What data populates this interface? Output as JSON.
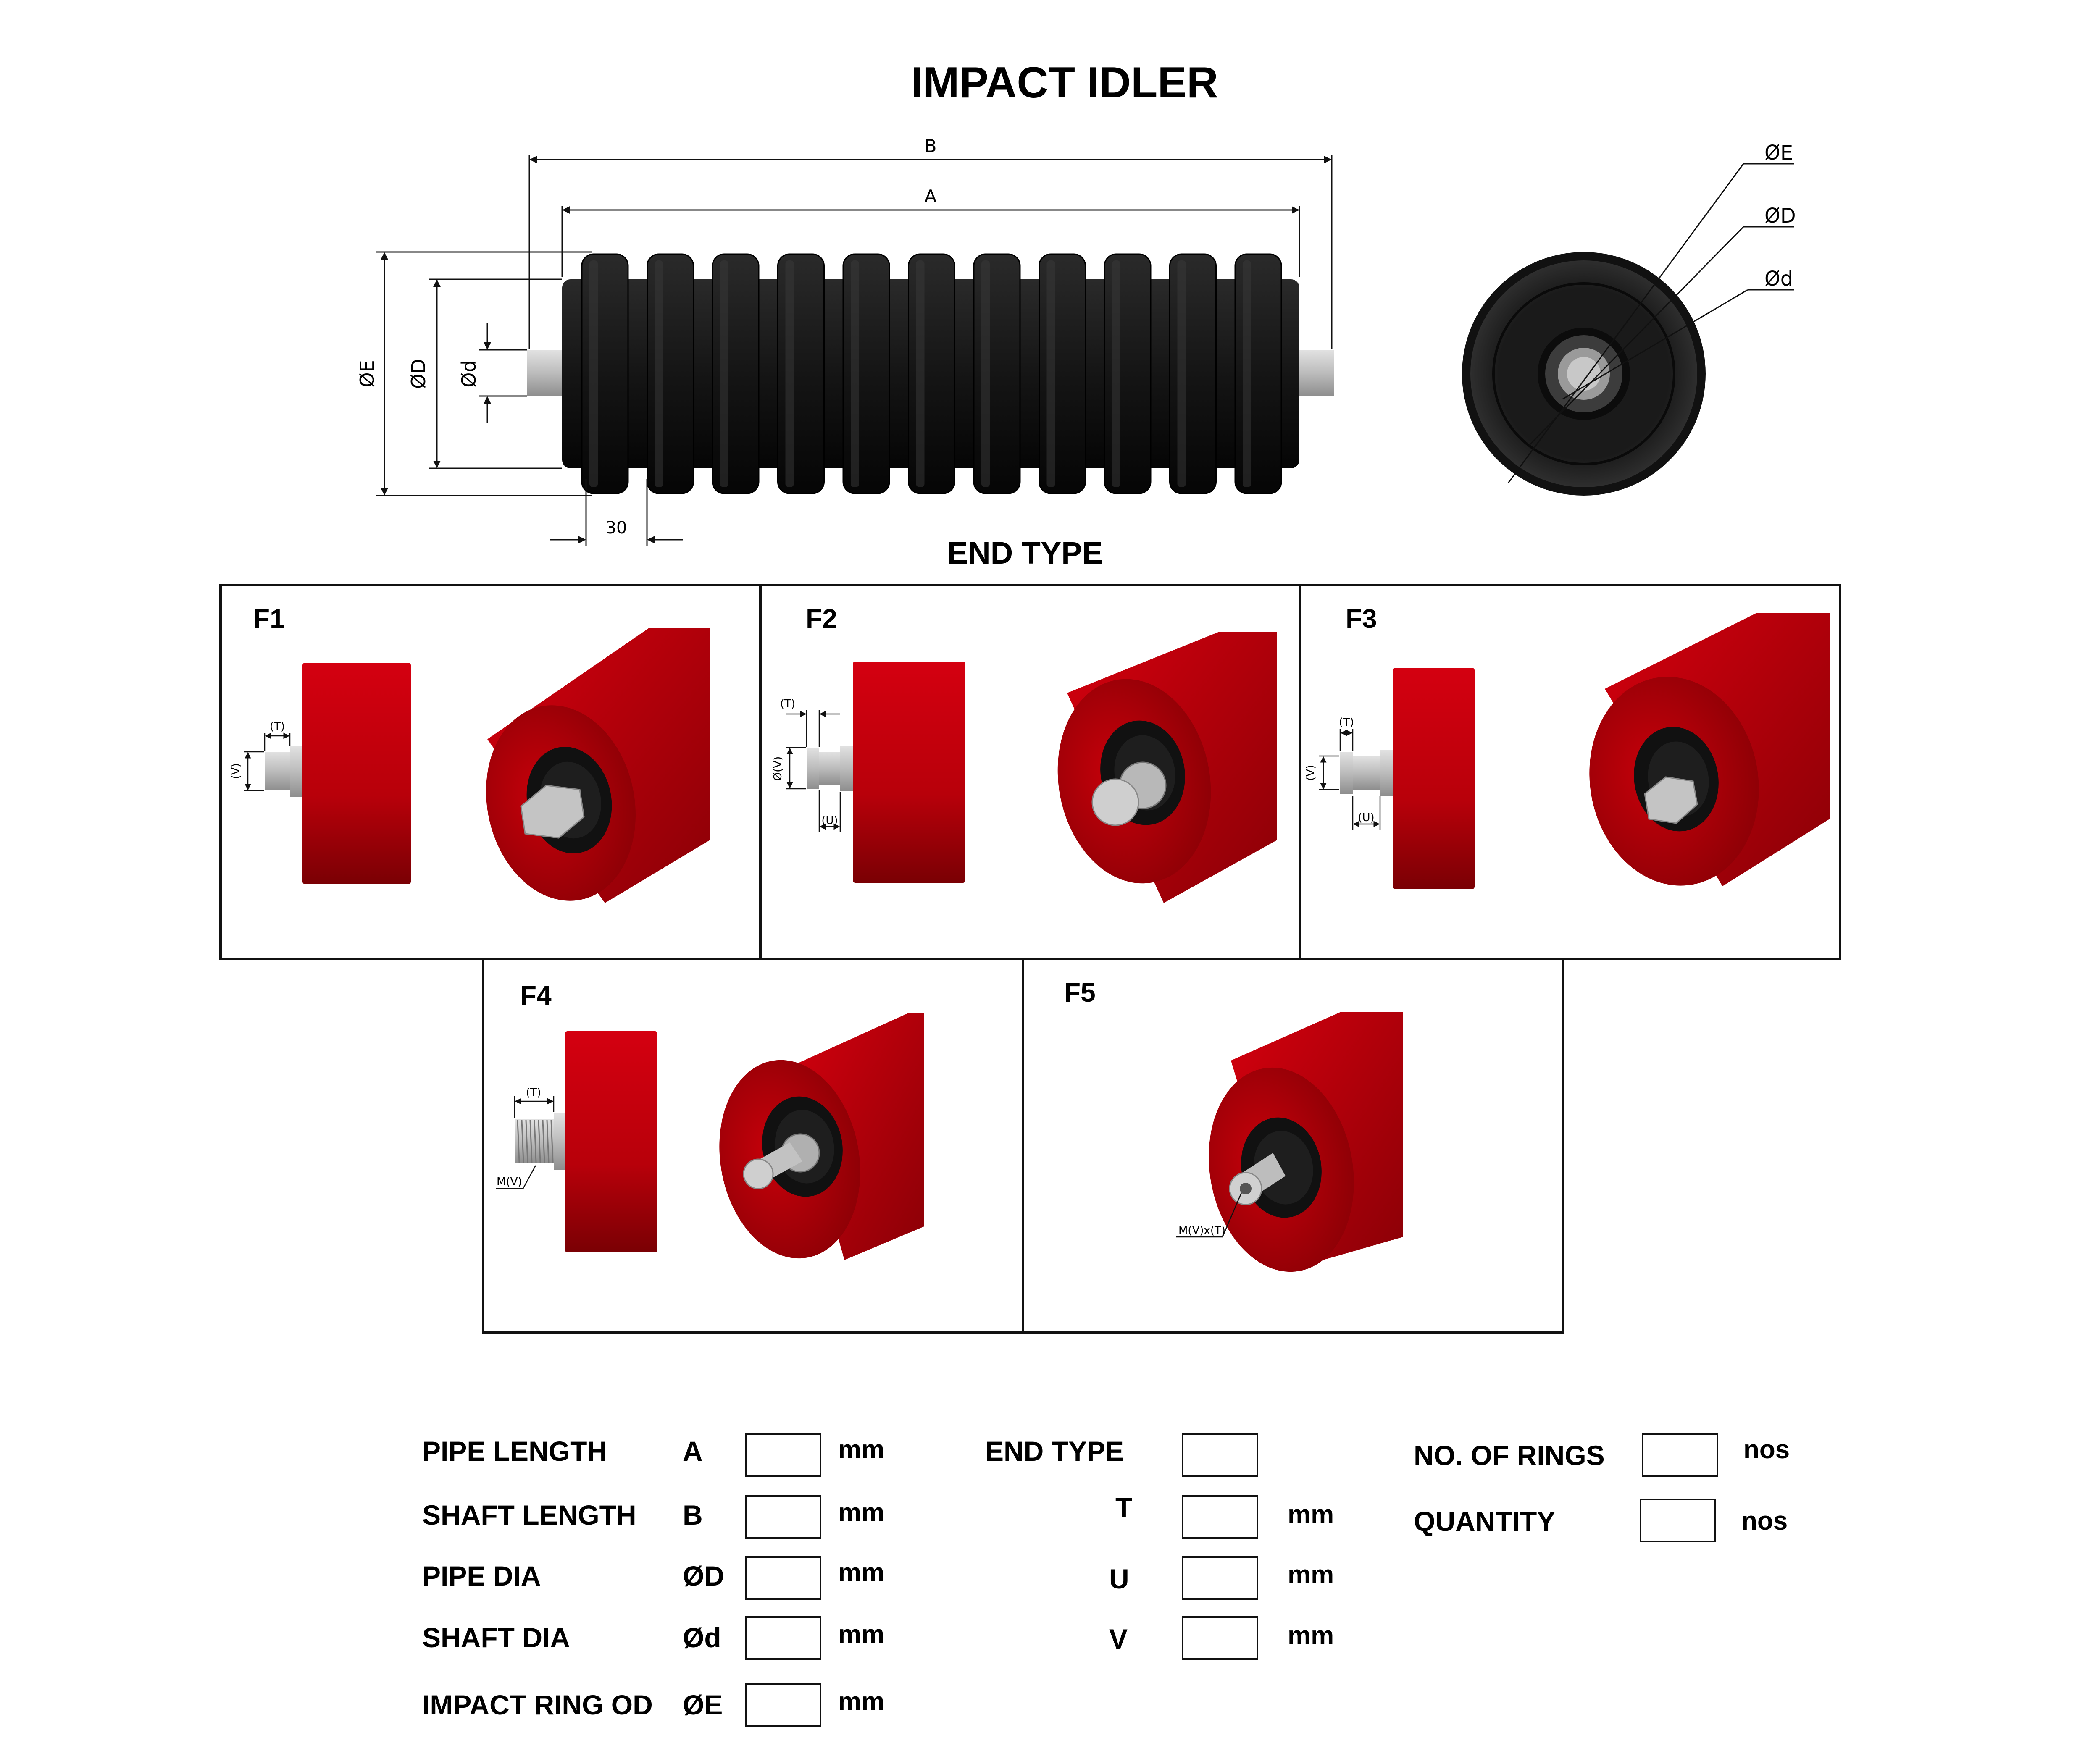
{
  "title": "IMPACT IDLER",
  "idler_dims": {
    "B": "B",
    "A": "A",
    "phiE": "ØE",
    "phiD": "ØD",
    "phid": "Ød",
    "ring_pitch": "30"
  },
  "end_view_dims": {
    "E": "ØE",
    "D": "ØD",
    "d": "Ød"
  },
  "end_type_heading": "END TYPE",
  "panels": [
    {
      "id": "F1",
      "label": "F1",
      "dims": [
        "(T)",
        "(V)"
      ]
    },
    {
      "id": "F2",
      "label": "F2",
      "dims": [
        "(T)",
        "Ø(V)",
        "(U)"
      ]
    },
    {
      "id": "F3",
      "label": "F3",
      "dims": [
        "(T)",
        "(V)",
        "(U)"
      ]
    },
    {
      "id": "F4",
      "label": "F4",
      "dims": [
        "(T)",
        "M(V)"
      ]
    },
    {
      "id": "F5",
      "label": "F5",
      "dims": [
        "M(V)x(T)"
      ]
    }
  ],
  "form": {
    "left": [
      {
        "label": "PIPE LENGTH",
        "symbol": "A",
        "unit": "mm",
        "value": ""
      },
      {
        "label": "SHAFT LENGTH",
        "symbol": "B",
        "unit": "mm",
        "value": ""
      },
      {
        "label": "PIPE DIA",
        "symbol": "ØD",
        "unit": "mm",
        "value": ""
      },
      {
        "label": "SHAFT DIA",
        "symbol": "Ød",
        "unit": "mm",
        "value": ""
      },
      {
        "label": "IMPACT RING OD",
        "symbol": "ØE",
        "unit": "mm",
        "value": ""
      }
    ],
    "middle": [
      {
        "label": "END TYPE",
        "unit": "",
        "value": ""
      },
      {
        "label": "T",
        "unit": "mm",
        "value": ""
      },
      {
        "label": "U",
        "unit": "mm",
        "value": ""
      },
      {
        "label": "V",
        "unit": "mm",
        "value": ""
      }
    ],
    "right": [
      {
        "label": "NO. OF RINGS",
        "unit": "nos",
        "value": ""
      },
      {
        "label": "QUANTITY",
        "unit": "nos",
        "value": ""
      }
    ]
  },
  "colors": {
    "rubber": "#1c1c1c",
    "roller_red": "#c8000a",
    "roller_red_dark": "#8c0005",
    "shaft": "#c8c8c8",
    "line": "#111111"
  }
}
